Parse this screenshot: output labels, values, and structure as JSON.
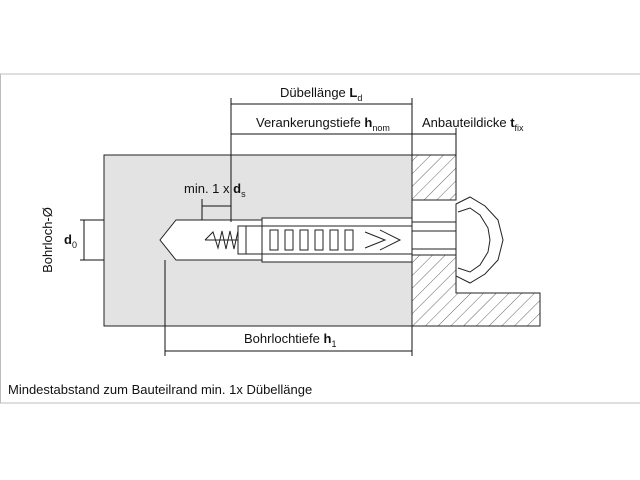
{
  "labels": {
    "duebellaenge": "Dübellänge",
    "duebellaenge_sym": "L",
    "duebellaenge_sub": "d",
    "verankerungstiefe": "Verankerungstiefe",
    "verankerungstiefe_sym": "h",
    "verankerungstiefe_sub": "nom",
    "anbauteildicke": "Anbauteildicke",
    "anbauteildicke_sym": "t",
    "anbauteildicke_sub": "fix",
    "min_dist": "min. 1 x",
    "min_dist_sym": "d",
    "min_dist_sub": "s",
    "bohrloch": "Bohrloch-Ø",
    "d0_sym": "d",
    "d0_sub": "0",
    "bohrlochtiefe": "Bohrlochtiefe",
    "bohrlochtiefe_sym": "h",
    "bohrlochtiefe_sub": "1"
  },
  "footer": "Mindestabstand zum Bauteilrand min. 1x Dübellänge",
  "colors": {
    "concrete": "#e3e3e3",
    "part_fill": "#ffffff",
    "dowel_fill": "#ffffff",
    "line": "#111111",
    "hatch": "#555555"
  }
}
